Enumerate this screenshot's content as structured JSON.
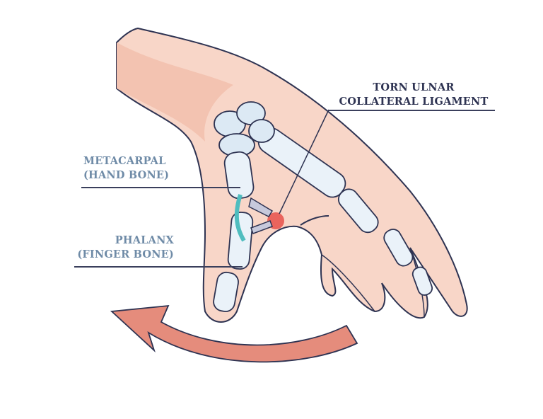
{
  "labels": {
    "ligament": {
      "line1": "TORN ULNAR",
      "line2": "COLLATERAL LIGAMENT"
    },
    "metacarpal": {
      "line1": "METACARPAL",
      "line2": "(HAND BONE)"
    },
    "phalanx": {
      "line1": "PHALANX",
      "line2": "(FINGER BONE)"
    }
  },
  "colors": {
    "skin": "#f8d6c8",
    "skin_shade": "#efb7a3",
    "outline": "#2e3352",
    "bone": "#eaf2f9",
    "bone_shade": "#c5d9ea",
    "ligament": "#4fbdbf",
    "injury": "#e8504a",
    "arrow": "#e58c7c"
  }
}
